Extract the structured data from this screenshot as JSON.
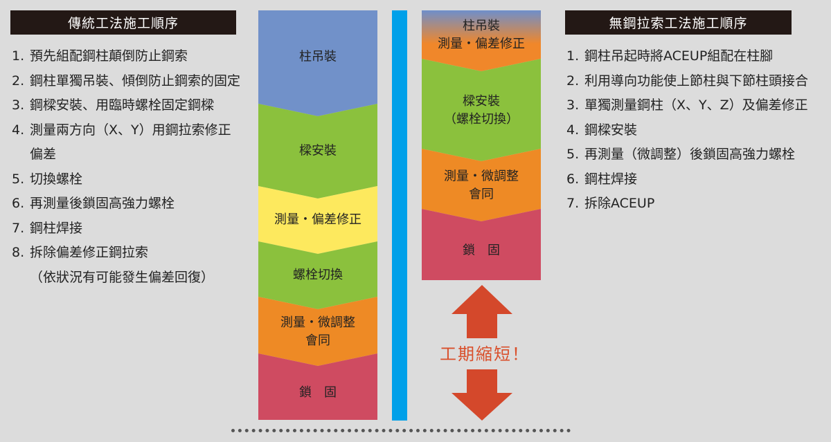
{
  "left": {
    "title": "傳統工法施工順序",
    "steps": [
      {
        "num": "1.",
        "text": "預先組配鋼柱顛倒防止鋼索"
      },
      {
        "num": "2.",
        "text": "鋼柱單獨吊裝、傾倒防止鋼索的固定"
      },
      {
        "num": "3.",
        "text": "鋼樑安裝、用臨時螺栓固定鋼樑"
      },
      {
        "num": "4.",
        "text": "測量兩方向（X、Y）用鋼拉索修正偏差"
      },
      {
        "num": "5.",
        "text": "切換螺栓"
      },
      {
        "num": "6.",
        "text": "再測量後鎖固高強力螺栓"
      },
      {
        "num": "7.",
        "text": "鋼柱焊接"
      },
      {
        "num": "8.",
        "text": "拆除偏差修正鋼拉索"
      }
    ],
    "note": "（依狀況有可能發生偏差回復）",
    "flow": [
      {
        "label": "柱吊裝",
        "color": "#7191c9"
      },
      {
        "label": "樑安裝",
        "color": "#8bc13d"
      },
      {
        "label": "測量・偏差修正",
        "color": "#fde95e"
      },
      {
        "label": "螺栓切換",
        "color": "#8bc13d"
      },
      {
        "label": "測量・微調整",
        "label2": "會同",
        "color": "#ee8a25"
      },
      {
        "label": "鎖　固",
        "color": "#cf4b61"
      }
    ]
  },
  "right": {
    "title": "無鋼拉索工法施工順序",
    "steps": [
      {
        "num": "1.",
        "text": "鋼柱吊起時將ACEUP組配在柱腳"
      },
      {
        "num": "2.",
        "text": "利用導向功能使上節柱與下節柱頭接合"
      },
      {
        "num": "3.",
        "text": "單獨測量鋼柱（X、Y、Z）及偏差修正"
      },
      {
        "num": "4.",
        "text": "鋼樑安裝"
      },
      {
        "num": "5.",
        "text": "再測量（微調整）後鎖固高強力螺栓"
      },
      {
        "num": "6.",
        "text": "鋼柱焊接"
      },
      {
        "num": "7.",
        "text": "拆除ACEUP"
      }
    ],
    "flow": [
      {
        "label": "柱吊裝",
        "label2": "測量・偏差修正",
        "color": "#f0872a",
        "gradient_top": "#6f8fca"
      },
      {
        "label": "樑安裝",
        "label2": "（螺栓切換）",
        "color": "#8bc13d"
      },
      {
        "label": "測量・微調整",
        "label2": "會同",
        "color": "#ee8a25"
      },
      {
        "label": "鎖　固",
        "color": "#cf4b61"
      }
    ]
  },
  "duration_label": "工期縮短！",
  "colors": {
    "arrow": "#d4482b",
    "divider": "#00a0e9",
    "title_bg": "#231815"
  }
}
